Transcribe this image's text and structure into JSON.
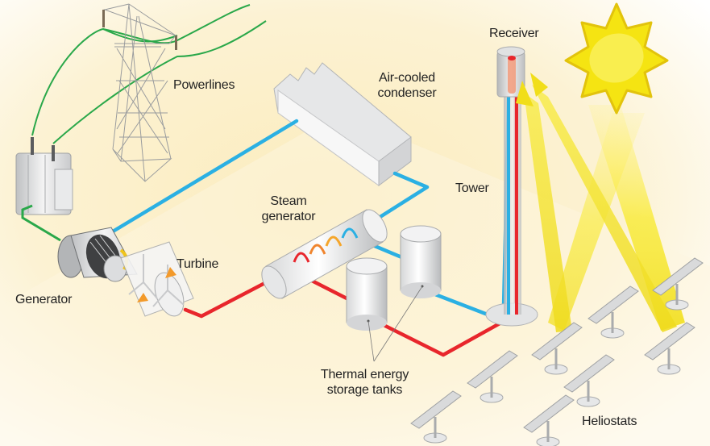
{
  "title": "Concentrated solar power tower plant",
  "labels": {
    "powerlines": "Powerlines",
    "condenser_line1": "Air-cooled",
    "condenser_line2": "condenser",
    "receiver": "Receiver",
    "tower": "Tower",
    "steam_line1": "Steam",
    "steam_line2": "generator",
    "turbine": "Turbine",
    "generator": "Generator",
    "tanks_line1": "Thermal energy",
    "tanks_line2": "storage tanks",
    "heliostats": "Heliostats"
  },
  "colors": {
    "hot_pipe": "#e8262c",
    "cold_pipe": "#2bb0e3",
    "power_line": "#2aa84a",
    "sun": "#f5e412",
    "sun_outline": "#e2c30c",
    "ground": "#fbefc6",
    "metal": "#d9dadb"
  }
}
